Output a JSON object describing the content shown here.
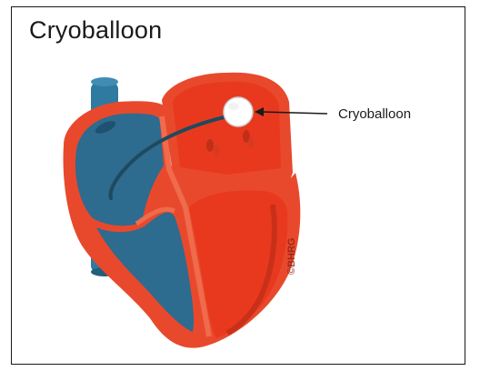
{
  "title": "Cryoballoon",
  "callout": {
    "label": "Cryoballoon"
  },
  "copyright_mark": "©BHRG",
  "colors": {
    "border": "#1a1a1a",
    "heart_wall": "#e8492c",
    "left_chambers": "#e8391e",
    "right_chambers": "#2d6b8f",
    "vessel": "#2f7aa0",
    "balloon": "#ffffff",
    "catheter": "#1f4a5e"
  }
}
